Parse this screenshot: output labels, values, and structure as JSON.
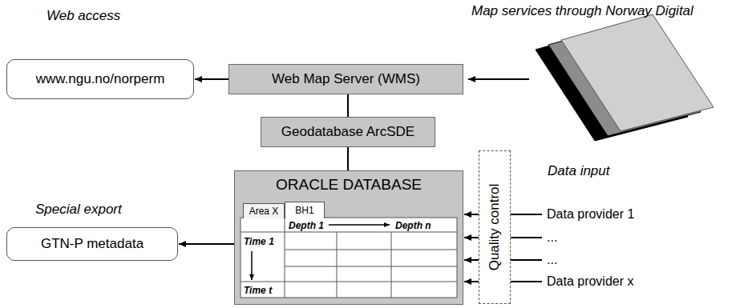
{
  "diagram": {
    "nodes": [
      {
        "text": [
          "www.ngu.no/norperm"
        ]
      },
      {
        "text": [
          "Web Map Server (WMS)"
        ]
      },
      {
        "text": [
          "Geodatabase ArcSDE"
        ]
      },
      {
        "text": [
          "ORACLE DATABASE"
        ]
      },
      {
        "text": [
          "Area X"
        ],
        "in": 3
      },
      {
        "text": [
          "BH1"
        ],
        "in": 3
      },
      {
        "text": [
          "GTN-P metadata"
        ]
      },
      {
        "text": [
          "Quality control"
        ]
      },
      {
        "text": [
          "Data provider 1"
        ]
      },
      {
        "text": [
          "..."
        ]
      },
      {
        "text": [
          "..."
        ]
      },
      {
        "text": [
          "Data provider x"
        ]
      }
    ],
    "edges": [
      {
        "from": 1,
        "to": 0,
        "arrow": "to"
      },
      {
        "from": 1,
        "to": 2,
        "arrow": "none"
      },
      {
        "from": 2,
        "to": 3,
        "arrow": "none"
      },
      {
        "from": 3,
        "to": 6,
        "arrow": "to"
      },
      {
        "from": 8,
        "to": 7,
        "arrow": "none"
      },
      {
        "from": 9,
        "to": 7,
        "arrow": "none"
      },
      {
        "from": 10,
        "to": 7,
        "arrow": "none"
      },
      {
        "from": 11,
        "to": 7,
        "arrow": "none"
      },
      {
        "from": 7,
        "to": 3,
        "arrow": "to"
      },
      {
        "from": 7,
        "to": 3,
        "arrow": "to"
      },
      {
        "from": 7,
        "to": 3,
        "arrow": "to"
      },
      {
        "from": 7,
        "to": 3,
        "arrow": "to"
      }
    ],
    "labels": [
      "Web access",
      "Map services through Norway Digital",
      "Special export",
      "Data input",
      "Depth 1",
      "Depth n",
      "Time 1",
      "Time t"
    ]
  }
}
